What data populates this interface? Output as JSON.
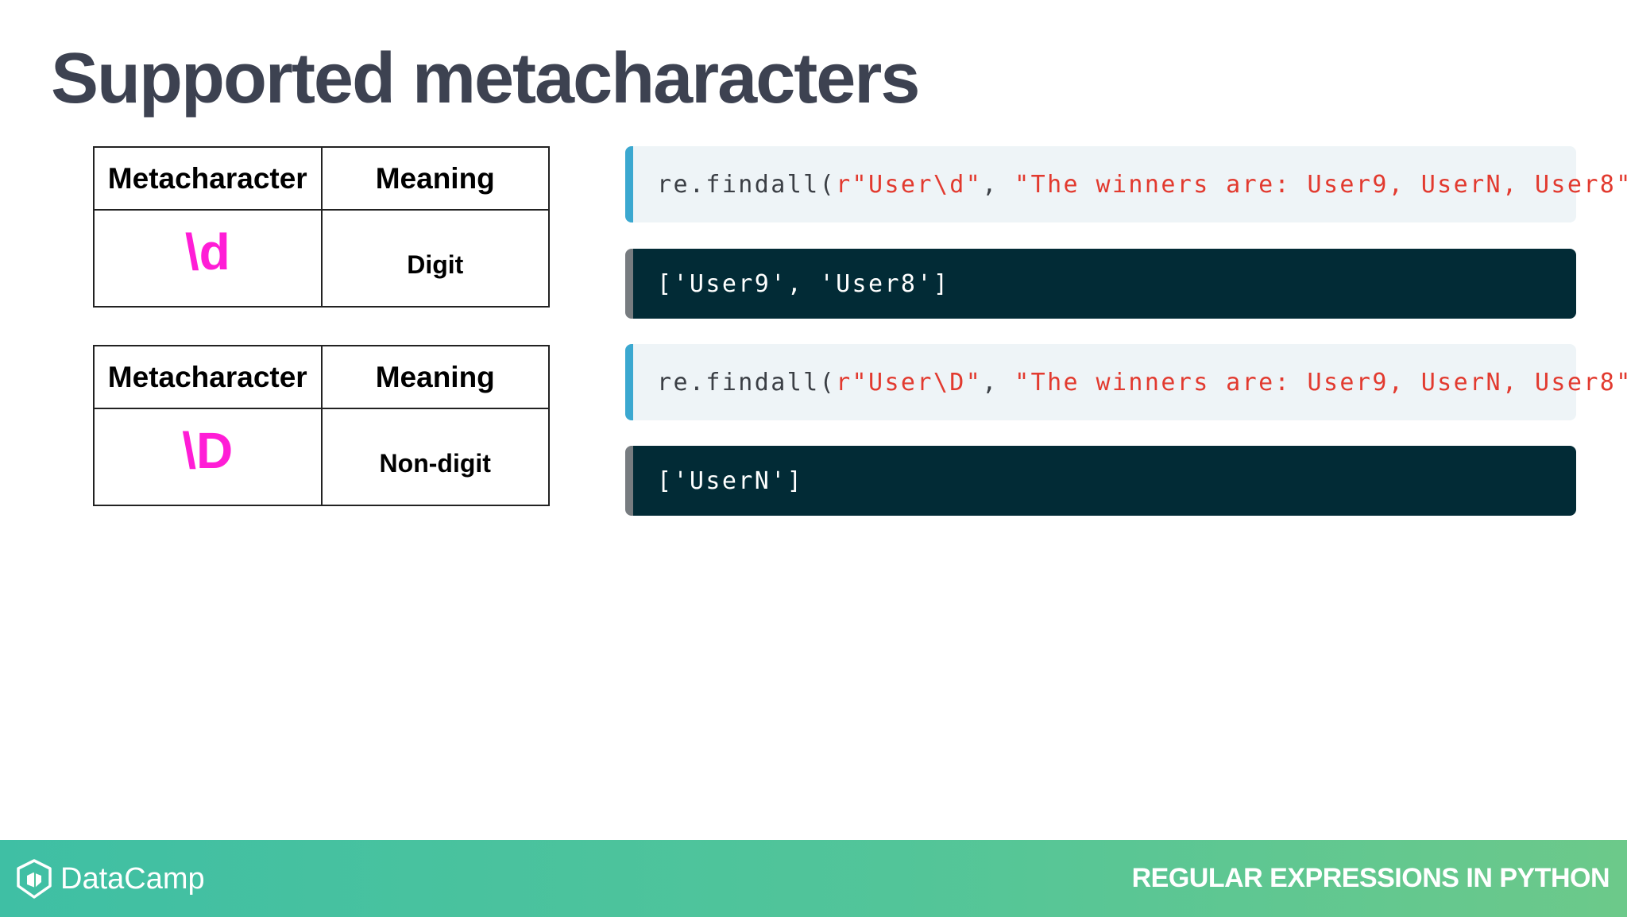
{
  "title": "Supported metacharacters",
  "tables": [
    {
      "header_meta": "Metacharacter",
      "header_meaning": "Meaning",
      "symbol": "\\d",
      "meaning": "Digit"
    },
    {
      "header_meta": "Metacharacter",
      "header_meaning": "Meaning",
      "symbol": "\\D",
      "meaning": "Non-digit"
    }
  ],
  "code": [
    {
      "fn": "re.findall(",
      "pattern": "r\"User\\d\"",
      "sep": ", ",
      "text": "\"The winners are: User9, UserN, User8\"",
      "close": ")",
      "output": "['User9', 'User8']"
    },
    {
      "fn": "re.findall(",
      "pattern": "r\"User\\D\"",
      "sep": ", ",
      "text": "\"The winners are: User9, UserN, User8\"",
      "close": ")",
      "output": "['UserN']"
    }
  ],
  "footer": {
    "brand": "DataCamp",
    "course": "REGULAR EXPRESSIONS IN PYTHON",
    "logo_icon": "datacamp-logo-icon"
  },
  "colors": {
    "title": "#3d4251",
    "symbol": "#ff1dd6",
    "string": "#e23a2f",
    "code_input_bg": "#eef4f7",
    "code_input_border": "#3ba8d0",
    "code_output_bg": "#022b36"
  }
}
